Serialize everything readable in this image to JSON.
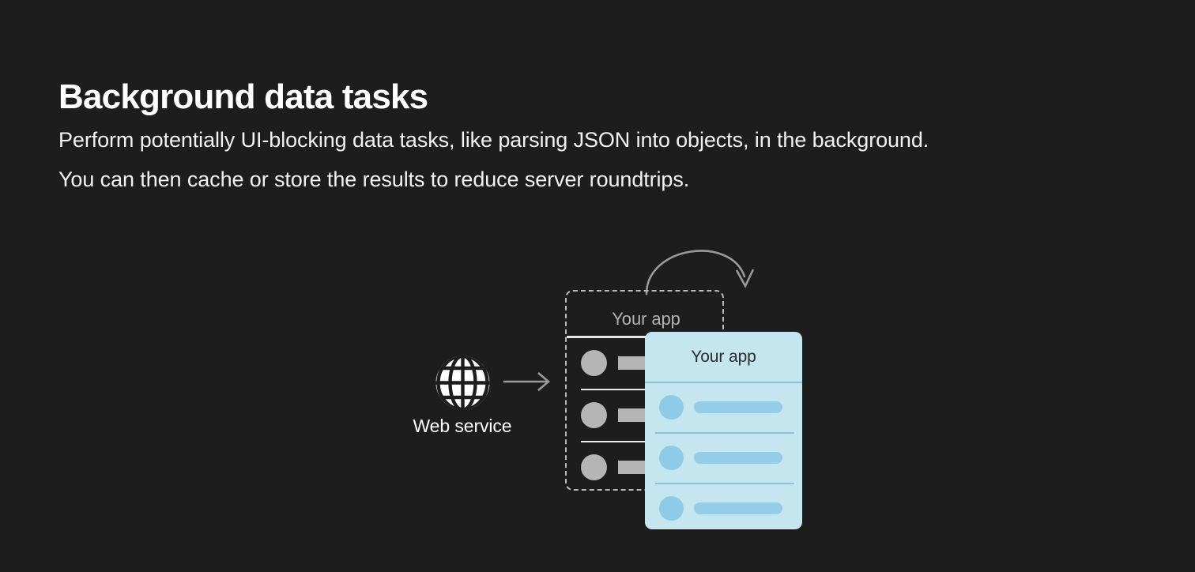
{
  "page": {
    "background_color": "#1d1d1d",
    "title": "Background data tasks",
    "body_lines": [
      "Perform potentially UI-blocking data tasks, like parsing JSON into objects, in the background.",
      "You can then cache or store the results to reduce server roundtrips."
    ]
  },
  "diagram": {
    "web_service": {
      "label": "Web service",
      "icon": "globe-icon",
      "color": "#ffffff"
    },
    "flow_arrow": {
      "icon": "right-arrow-icon",
      "color": "#9a9a9a"
    },
    "background_task_arrow": {
      "icon": "curved-arrow-icon",
      "color": "#9a9a9a"
    },
    "app_container": {
      "label": "Your app",
      "border_style": "dashed",
      "border_color": "#b9b9b9",
      "rows": [
        {
          "avatar": "avatar-placeholder",
          "bar": "text-placeholder"
        },
        {
          "avatar": "avatar-placeholder",
          "bar": "text-placeholder"
        },
        {
          "avatar": "avatar-placeholder",
          "bar": "text-placeholder"
        }
      ],
      "row_color": "#b5b5b5",
      "divider_color": "#e9e9e9"
    },
    "app_panel": {
      "label": "Your app",
      "background_color": "#c5e6ef",
      "accent_color": "#8ecbe8",
      "divider_color": "#86c5e2",
      "title_color": "#2c2c2c",
      "rows": [
        {
          "avatar": "avatar-placeholder",
          "bar": "text-placeholder"
        },
        {
          "avatar": "avatar-placeholder",
          "bar": "text-placeholder"
        },
        {
          "avatar": "avatar-placeholder",
          "bar": "text-placeholder"
        }
      ]
    }
  }
}
